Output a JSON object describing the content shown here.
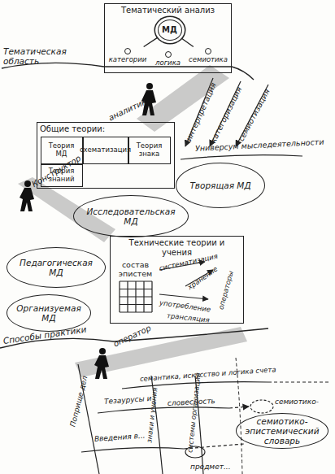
{
  "diagram": {
    "nodes": [
      {
        "text": [
          "Тематический анализ"
        ]
      },
      {
        "text": [
          "МД"
        ],
        "in": 0
      },
      {
        "text": [
          "категории"
        ],
        "in": 0
      },
      {
        "text": [
          "логика"
        ],
        "in": 0
      },
      {
        "text": [
          "семиотика"
        ],
        "in": 0
      },
      {
        "text": [
          "Общие теории:"
        ]
      },
      {
        "text": [
          "Теория МД"
        ],
        "in": 5
      },
      {
        "text": [
          "схематизация"
        ],
        "in": 5
      },
      {
        "text": [
          "Теория знака"
        ],
        "in": 5
      },
      {
        "text": [
          "Теория знаний"
        ],
        "in": 5
      },
      {
        "text": [
          "Исследовательская МД"
        ]
      },
      {
        "text": [
          "Творящая МД"
        ]
      },
      {
        "text": [
          "Педагогическая МД"
        ]
      },
      {
        "text": [
          "Организуемая МД"
        ]
      },
      {
        "text": [
          "Технические теории и учения"
        ]
      },
      {
        "text": [
          "состав эпистем"
        ],
        "in": 14
      },
      {
        "text": [
          "семиотико-эпистемический словарь"
        ]
      }
    ],
    "edges": [
      {
        "from": 1,
        "to": 2,
        "arrow": "none"
      },
      {
        "from": 1,
        "to": 4,
        "arrow": "none"
      },
      {
        "from": 2,
        "to": 3,
        "arrow": "none"
      },
      {
        "from": 3,
        "to": 4,
        "arrow": "none"
      }
    ],
    "labels": [
      "Тематическая область",
      "аналитик",
      "интерпретация",
      "категоризация",
      "семиотизация",
      "Универсум мыследеятельности",
      "Конструктор",
      "систематизация",
      "хранение",
      "употребление",
      "трансляция",
      "операторы",
      "Способы практики",
      "оператор",
      "семантика, искусство и логика счета",
      "Тезаурусы и",
      "словесность",
      "Введения в...",
      "Поприще дел",
      "знаки и учения",
      "системы организаций",
      "семиотико-",
      "предмет..."
    ]
  }
}
